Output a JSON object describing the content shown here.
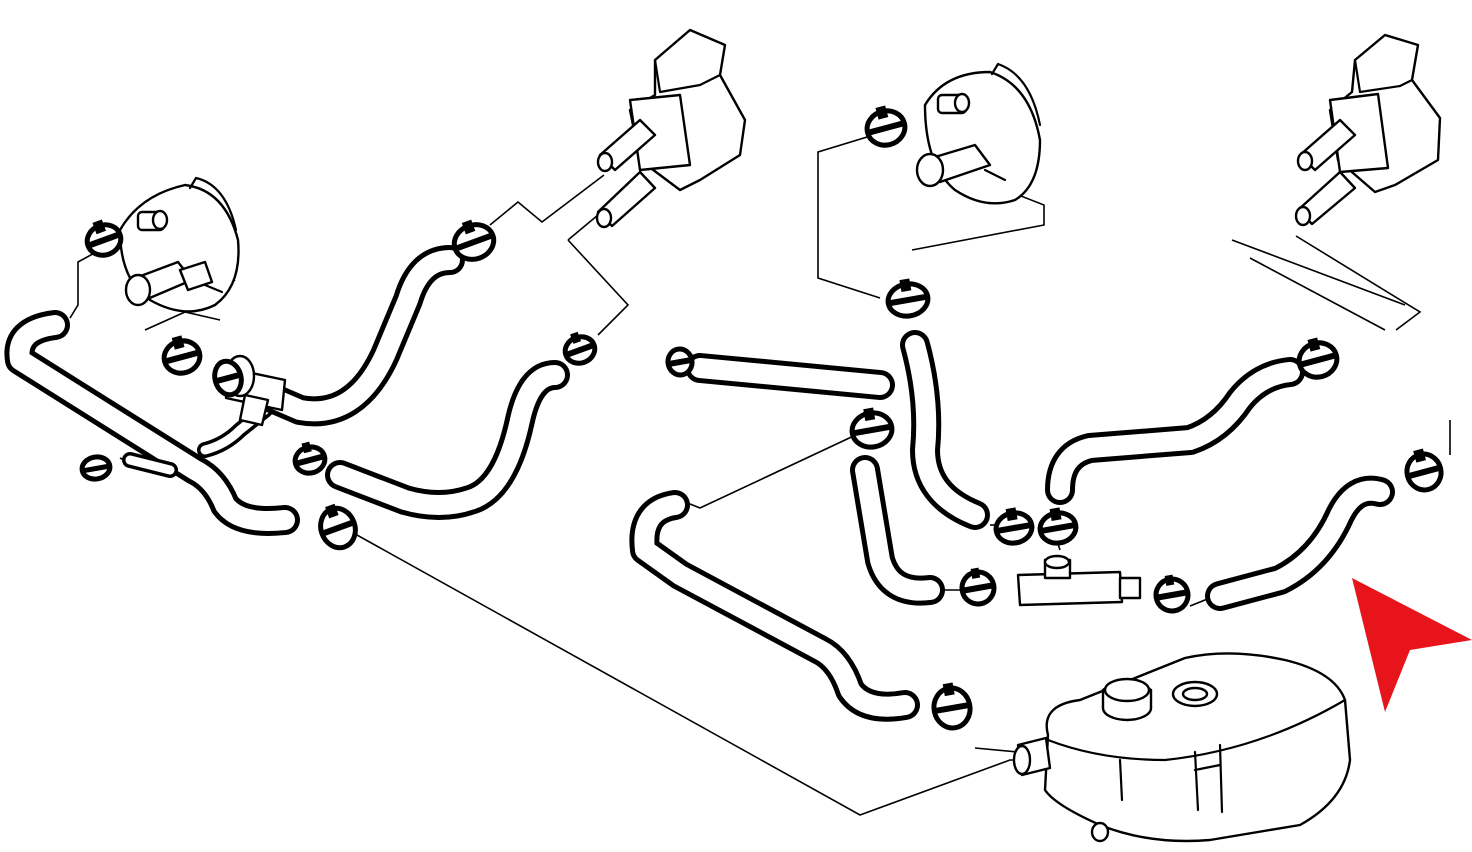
{
  "diagram": {
    "parts": [
      {
        "name": "engine-outlet-left"
      },
      {
        "name": "heater-valve-left"
      },
      {
        "name": "engine-outlet-right"
      },
      {
        "name": "heater-valve-right"
      },
      {
        "name": "expansion-tank"
      }
    ],
    "direction_arrow": {
      "color": "#e8141c",
      "shape": "triangle-pointer"
    },
    "colors": {
      "line": "#000000",
      "background": "#ffffff",
      "accent": "#e8141c"
    }
  }
}
